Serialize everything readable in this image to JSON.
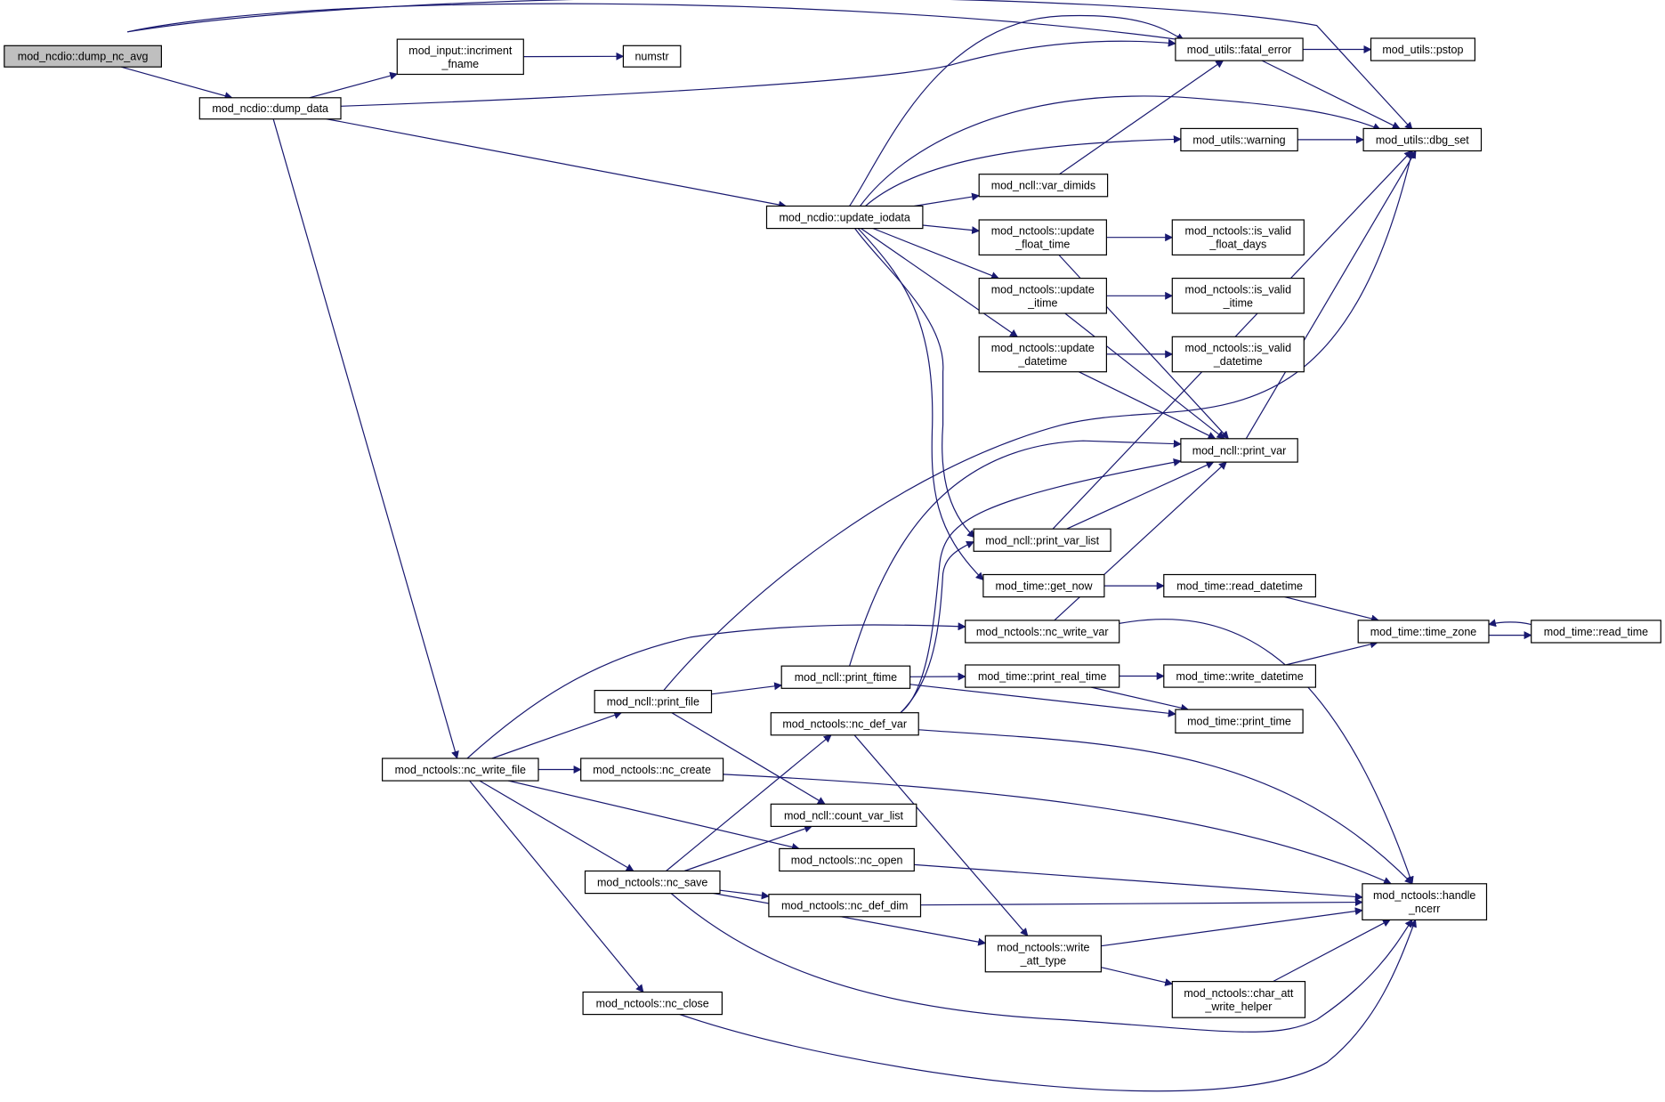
{
  "diagram": {
    "type": "call-graph",
    "root": "dump_nc_avg",
    "colors": {
      "edge": "#191970",
      "node_border": "#000000",
      "root_fill": "#bfbfbf",
      "node_fill": "#ffffff"
    },
    "nodes": [
      {
        "id": "dump_nc_avg",
        "lines": [
          "mod_ncdio::dump_nc_avg"
        ]
      },
      {
        "id": "dump_data",
        "lines": [
          "mod_ncdio::dump_data"
        ]
      },
      {
        "id": "incriment_fname",
        "lines": [
          "mod_input::incriment",
          "_fname"
        ]
      },
      {
        "id": "numstr",
        "lines": [
          "numstr"
        ]
      },
      {
        "id": "fatal_error",
        "lines": [
          "mod_utils::fatal_error"
        ]
      },
      {
        "id": "pstop",
        "lines": [
          "mod_utils::pstop"
        ]
      },
      {
        "id": "warning",
        "lines": [
          "mod_utils::warning"
        ]
      },
      {
        "id": "dbg_set",
        "lines": [
          "mod_utils::dbg_set"
        ]
      },
      {
        "id": "var_dimids",
        "lines": [
          "mod_ncll::var_dimids"
        ]
      },
      {
        "id": "update_iodata",
        "lines": [
          "mod_ncdio::update_iodata"
        ]
      },
      {
        "id": "update_float_time",
        "lines": [
          "mod_nctools::update",
          "_float_time"
        ]
      },
      {
        "id": "is_valid_float_days",
        "lines": [
          "mod_nctools::is_valid",
          "_float_days"
        ]
      },
      {
        "id": "update_itime",
        "lines": [
          "mod_nctools::update",
          "_itime"
        ]
      },
      {
        "id": "is_valid_itime",
        "lines": [
          "mod_nctools::is_valid",
          "_itime"
        ]
      },
      {
        "id": "update_datetime",
        "lines": [
          "mod_nctools::update",
          "_datetime"
        ]
      },
      {
        "id": "is_valid_datetime",
        "lines": [
          "mod_nctools::is_valid",
          "_datetime"
        ]
      },
      {
        "id": "print_var",
        "lines": [
          "mod_ncll::print_var"
        ]
      },
      {
        "id": "print_var_list",
        "lines": [
          "mod_ncll::print_var_list"
        ]
      },
      {
        "id": "get_now",
        "lines": [
          "mod_time::get_now"
        ]
      },
      {
        "id": "read_datetime",
        "lines": [
          "mod_time::read_datetime"
        ]
      },
      {
        "id": "nc_write_var",
        "lines": [
          "mod_nctools::nc_write_var"
        ]
      },
      {
        "id": "time_zone",
        "lines": [
          "mod_time::time_zone"
        ]
      },
      {
        "id": "read_time",
        "lines": [
          "mod_time::read_time"
        ]
      },
      {
        "id": "print_ftime",
        "lines": [
          "mod_ncll::print_ftime"
        ]
      },
      {
        "id": "print_real_time",
        "lines": [
          "mod_time::print_real_time"
        ]
      },
      {
        "id": "write_datetime",
        "lines": [
          "mod_time::write_datetime"
        ]
      },
      {
        "id": "print_file",
        "lines": [
          "mod_ncll::print_file"
        ]
      },
      {
        "id": "nc_def_var",
        "lines": [
          "mod_nctools::nc_def_var"
        ]
      },
      {
        "id": "print_time",
        "lines": [
          "mod_time::print_time"
        ]
      },
      {
        "id": "nc_write_file",
        "lines": [
          "mod_nctools::nc_write_file"
        ]
      },
      {
        "id": "nc_create",
        "lines": [
          "mod_nctools::nc_create"
        ]
      },
      {
        "id": "count_var_list",
        "lines": [
          "mod_ncll::count_var_list"
        ]
      },
      {
        "id": "nc_open",
        "lines": [
          "mod_nctools::nc_open"
        ]
      },
      {
        "id": "nc_save",
        "lines": [
          "mod_nctools::nc_save"
        ]
      },
      {
        "id": "nc_def_dim",
        "lines": [
          "mod_nctools::nc_def_dim"
        ]
      },
      {
        "id": "handle_ncerr",
        "lines": [
          "mod_nctools::handle",
          "_ncerr"
        ]
      },
      {
        "id": "write_att_type",
        "lines": [
          "mod_nctools::write",
          "_att_type"
        ]
      },
      {
        "id": "char_att_write_helper",
        "lines": [
          "mod_nctools::char_att",
          "_write_helper"
        ]
      },
      {
        "id": "nc_close",
        "lines": [
          "mod_nctools::nc_close"
        ]
      }
    ],
    "edges": [
      [
        "dump_nc_avg",
        "dump_data"
      ],
      [
        "dump_nc_avg",
        "fatal_error"
      ],
      [
        "dump_nc_avg",
        "dbg_set"
      ],
      [
        "dump_data",
        "incriment_fname"
      ],
      [
        "dump_data",
        "fatal_error"
      ],
      [
        "dump_data",
        "update_iodata"
      ],
      [
        "dump_data",
        "nc_write_file"
      ],
      [
        "incriment_fname",
        "numstr"
      ],
      [
        "fatal_error",
        "pstop"
      ],
      [
        "fatal_error",
        "dbg_set"
      ],
      [
        "warning",
        "dbg_set"
      ],
      [
        "var_dimids",
        "fatal_error"
      ],
      [
        "update_iodata",
        "fatal_error"
      ],
      [
        "update_iodata",
        "warning"
      ],
      [
        "update_iodata",
        "dbg_set"
      ],
      [
        "update_iodata",
        "var_dimids"
      ],
      [
        "update_iodata",
        "update_float_time"
      ],
      [
        "update_iodata",
        "update_itime"
      ],
      [
        "update_iodata",
        "update_datetime"
      ],
      [
        "update_iodata",
        "get_now"
      ],
      [
        "update_iodata",
        "print_var_list"
      ],
      [
        "update_float_time",
        "is_valid_float_days"
      ],
      [
        "update_float_time",
        "print_var"
      ],
      [
        "update_itime",
        "is_valid_itime"
      ],
      [
        "update_itime",
        "print_var"
      ],
      [
        "update_datetime",
        "is_valid_datetime"
      ],
      [
        "update_datetime",
        "print_var"
      ],
      [
        "print_var",
        "dbg_set"
      ],
      [
        "print_var_list",
        "print_var"
      ],
      [
        "print_var_list",
        "dbg_set"
      ],
      [
        "get_now",
        "read_datetime"
      ],
      [
        "read_datetime",
        "time_zone"
      ],
      [
        "read_time",
        "time_zone"
      ],
      [
        "time_zone",
        "read_time"
      ],
      [
        "nc_write_var",
        "print_var"
      ],
      [
        "nc_write_var",
        "handle_ncerr"
      ],
      [
        "print_ftime",
        "print_var"
      ],
      [
        "print_ftime",
        "print_real_time"
      ],
      [
        "print_ftime",
        "print_time"
      ],
      [
        "print_real_time",
        "write_datetime"
      ],
      [
        "print_real_time",
        "print_time"
      ],
      [
        "write_datetime",
        "time_zone"
      ],
      [
        "print_file",
        "dbg_set"
      ],
      [
        "print_file",
        "print_ftime"
      ],
      [
        "print_file",
        "count_var_list"
      ],
      [
        "nc_def_var",
        "print_var"
      ],
      [
        "nc_def_var",
        "print_var_list"
      ],
      [
        "nc_def_var",
        "handle_ncerr"
      ],
      [
        "nc_def_var",
        "write_att_type"
      ],
      [
        "nc_write_file",
        "nc_write_var"
      ],
      [
        "nc_write_file",
        "print_file"
      ],
      [
        "nc_write_file",
        "nc_create"
      ],
      [
        "nc_write_file",
        "nc_open"
      ],
      [
        "nc_write_file",
        "nc_save"
      ],
      [
        "nc_write_file",
        "nc_close"
      ],
      [
        "nc_create",
        "handle_ncerr"
      ],
      [
        "nc_open",
        "handle_ncerr"
      ],
      [
        "nc_save",
        "nc_def_var"
      ],
      [
        "nc_save",
        "count_var_list"
      ],
      [
        "nc_save",
        "nc_def_dim"
      ],
      [
        "nc_save",
        "write_att_type"
      ],
      [
        "nc_save",
        "handle_ncerr"
      ],
      [
        "nc_def_dim",
        "handle_ncerr"
      ],
      [
        "write_att_type",
        "handle_ncerr"
      ],
      [
        "write_att_type",
        "char_att_write_helper"
      ],
      [
        "char_att_write_helper",
        "handle_ncerr"
      ],
      [
        "nc_close",
        "handle_ncerr"
      ]
    ]
  }
}
